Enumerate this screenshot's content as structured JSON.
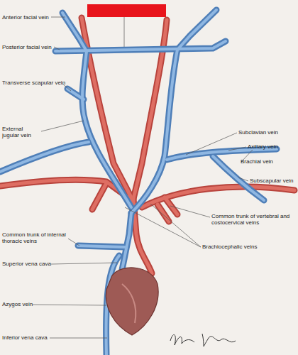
{
  "diagram": {
    "labels": [
      "Anterior facial vein",
      "Posterior facial vein",
      "Transverse scapular vein",
      "External jugular vein",
      "Subclavian vein",
      "Axillary vein",
      "Brachial vein",
      "Subscapular vein",
      "Common trunk of vertebral and costocervical veins",
      "Brachiocephalic veins",
      "Common trunk of internal thoracic veins",
      "Superior vena cava",
      "Azygos vein",
      "Inferior vena cava"
    ]
  }
}
